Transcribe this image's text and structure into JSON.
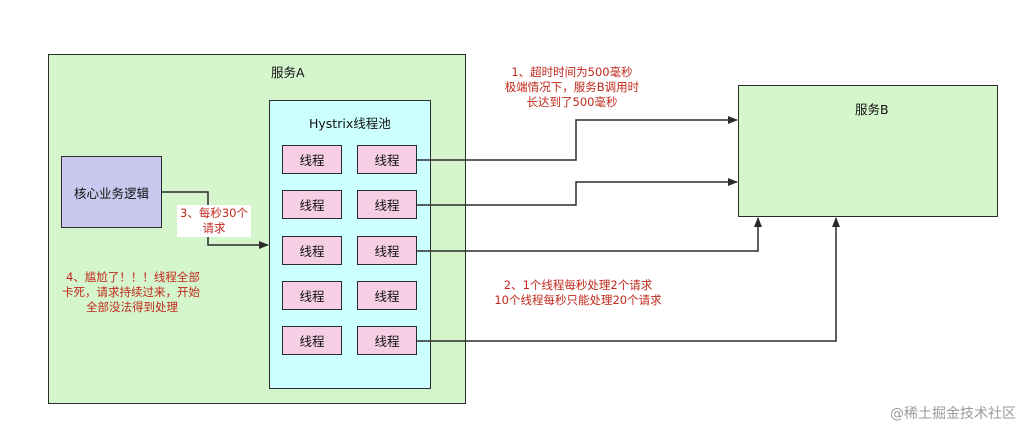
{
  "service_a": {
    "title": "服务A"
  },
  "service_b": {
    "title": "服务B"
  },
  "pool": {
    "title": "Hystrix线程池",
    "threads": [
      "线程",
      "线程",
      "线程",
      "线程",
      "线程",
      "线程",
      "线程",
      "线程",
      "线程",
      "线程"
    ]
  },
  "core_logic": {
    "label": "核心业务逻辑"
  },
  "notes": {
    "timeout": [
      "1、超时时间为500毫秒",
      "极端情况下，服务B调用时",
      "长达到了500毫秒"
    ],
    "throughput": [
      "2、1个线程每秒处理2个请求",
      "10个线程每秒只能处理20个请求"
    ],
    "requests": [
      "3、每秒30个",
      "请求"
    ],
    "stuck": [
      "4、尴尬了！！！线程全部",
      "卡死，请求持续过来，开始",
      "全部没法得到处理"
    ]
  },
  "watermark": "@稀土掘金技术社区",
  "colors": {
    "service_fill": "#d5f5cc",
    "pool_fill": "#ccffff",
    "core_fill": "#c9c9ef",
    "thread_fill": "#f6cfe4",
    "note_text": "#c0281c",
    "stroke": "#2b2b2b"
  }
}
